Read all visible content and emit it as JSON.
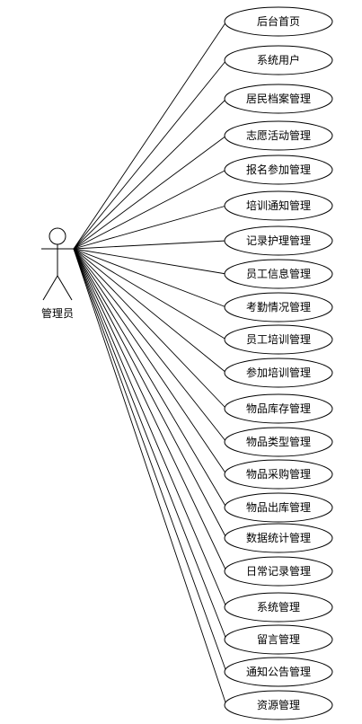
{
  "actor": {
    "label": "管理员"
  },
  "use_cases": [
    "后台首页",
    "系统用户",
    "居民档案管理",
    "志愿活动管理",
    "报名参加管理",
    "培训通知管理",
    "记录护理管理",
    "员工信息管理",
    "考勤情况管理",
    "员工培训管理",
    "参加培训管理",
    "物品库存管理",
    "物品类型管理",
    "物品采购管理",
    "物品出库管理",
    "数据统计管理",
    "日常记录管理",
    "系统管理",
    "留言管理",
    "通知公告管理",
    "资源管理"
  ],
  "colors": {
    "stroke": "#000000",
    "fill": "#ffffff"
  }
}
